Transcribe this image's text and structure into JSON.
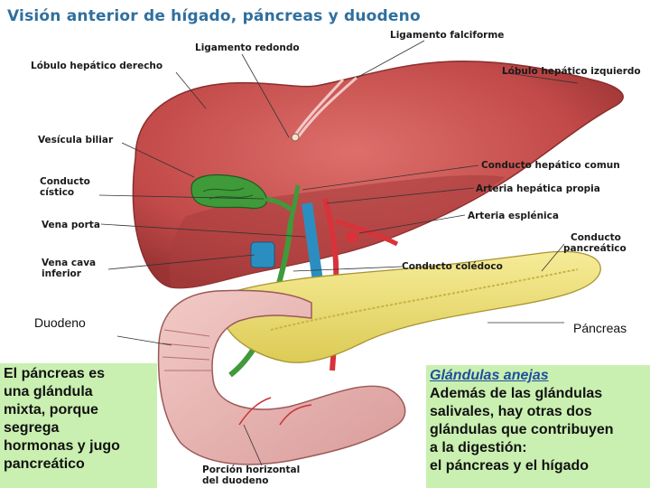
{
  "title": "Visión anterior de hígado, páncreas y duodeno",
  "labels": {
    "ligamento_redondo": "Ligamento redondo",
    "ligamento_falciforme": "Ligamento falciforme",
    "lobulo_derecho": "Lóbulo hepático derecho",
    "lobulo_izquierdo": "Lóbulo hepático izquierdo",
    "vesicula_biliar": "Vesícula biliar",
    "conducto_cistico_1": "Conducto",
    "conducto_cistico_2": "cístico",
    "conducto_hepatico_comun": "Conducto hepático comun",
    "arteria_hepatica_propia": "Arteria hepática propia",
    "arteria_esplenica": "Arteria esplénica",
    "vena_porta": "Vena porta",
    "conducto_pancreatico_1": "Conducto",
    "conducto_pancreatico_2": "pancreático",
    "vena_cava_1": "Vena cava",
    "vena_cava_2": "inferior",
    "conducto_coledoco": "Conducto colédoco",
    "duodeno": "Duodeno",
    "pancreas": "Páncreas",
    "porcion_horizontal_1": "Porción horizontal",
    "porcion_horizontal_2": "del duodeno"
  },
  "left_box": {
    "line1": "El páncreas es",
    "line2": "una glándula",
    "line3": "mixta, porque",
    "line4": "segrega",
    "line5": "hormonas y jugo",
    "line6": "pancreático"
  },
  "right_box": {
    "heading": "Glándulas anejas",
    "line1": "Además de las glándulas",
    "line2": "salivales, hay otras dos",
    "line3": "glándulas que contribuyen",
    "line4": "a la digestión:",
    "line5": "el páncreas y el hígado"
  },
  "colors": {
    "liver": "#c8504f",
    "gallbladder": "#3f9a3a",
    "pancreas": "#efe27a",
    "duodenum": "#e9b6b4",
    "vein": "#2a8fc0",
    "artery": "#d8323a",
    "box": "#c9f0b0"
  }
}
